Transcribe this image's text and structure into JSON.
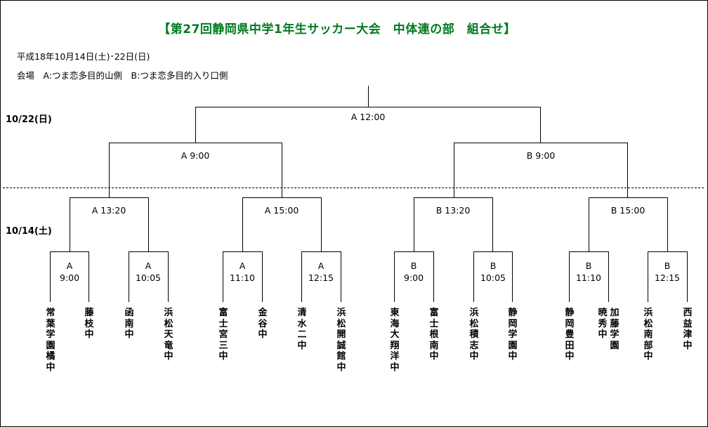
{
  "title": "【第27回静岡県中学1年生サッカー大会　中体連の部　組合せ】",
  "info": {
    "dates": "平成18年10月14日(土)･22日(日)",
    "venue": "会場　A:つま恋多目的山側　B:つま恋多目的入り口側"
  },
  "day_labels": {
    "day2": "10/22(日)",
    "day1": "10/14(土)"
  },
  "final": {
    "label": "A  12:00"
  },
  "semis": [
    {
      "label": "A  9:00"
    },
    {
      "label": "B  9:00"
    }
  ],
  "quarters": [
    {
      "label": "A  13:20"
    },
    {
      "label": "A  15:00"
    },
    {
      "label": "B  13:20"
    },
    {
      "label": "B  15:00"
    }
  ],
  "round1": [
    {
      "field": "A",
      "time": "9:00"
    },
    {
      "field": "A",
      "time": "10:05"
    },
    {
      "field": "A",
      "time": "11:10"
    },
    {
      "field": "A",
      "time": "12:15"
    },
    {
      "field": "B",
      "time": "9:00"
    },
    {
      "field": "B",
      "time": "10:05"
    },
    {
      "field": "B",
      "time": "11:10"
    },
    {
      "field": "B",
      "time": "12:15"
    }
  ],
  "teams": [
    "常葉学園橘中",
    "藤枝中",
    "函南中",
    "浜松天竜中",
    "富士宮三中",
    "金谷中",
    "清水二中",
    "浜松開誠館中",
    "東海大翔洋中",
    "富士根南中",
    "浜松積志中",
    "静岡学園中",
    "静岡豊田中",
    "暁秀中",
    "加藤学園",
    "浜松南部中",
    "西益津中"
  ]
}
